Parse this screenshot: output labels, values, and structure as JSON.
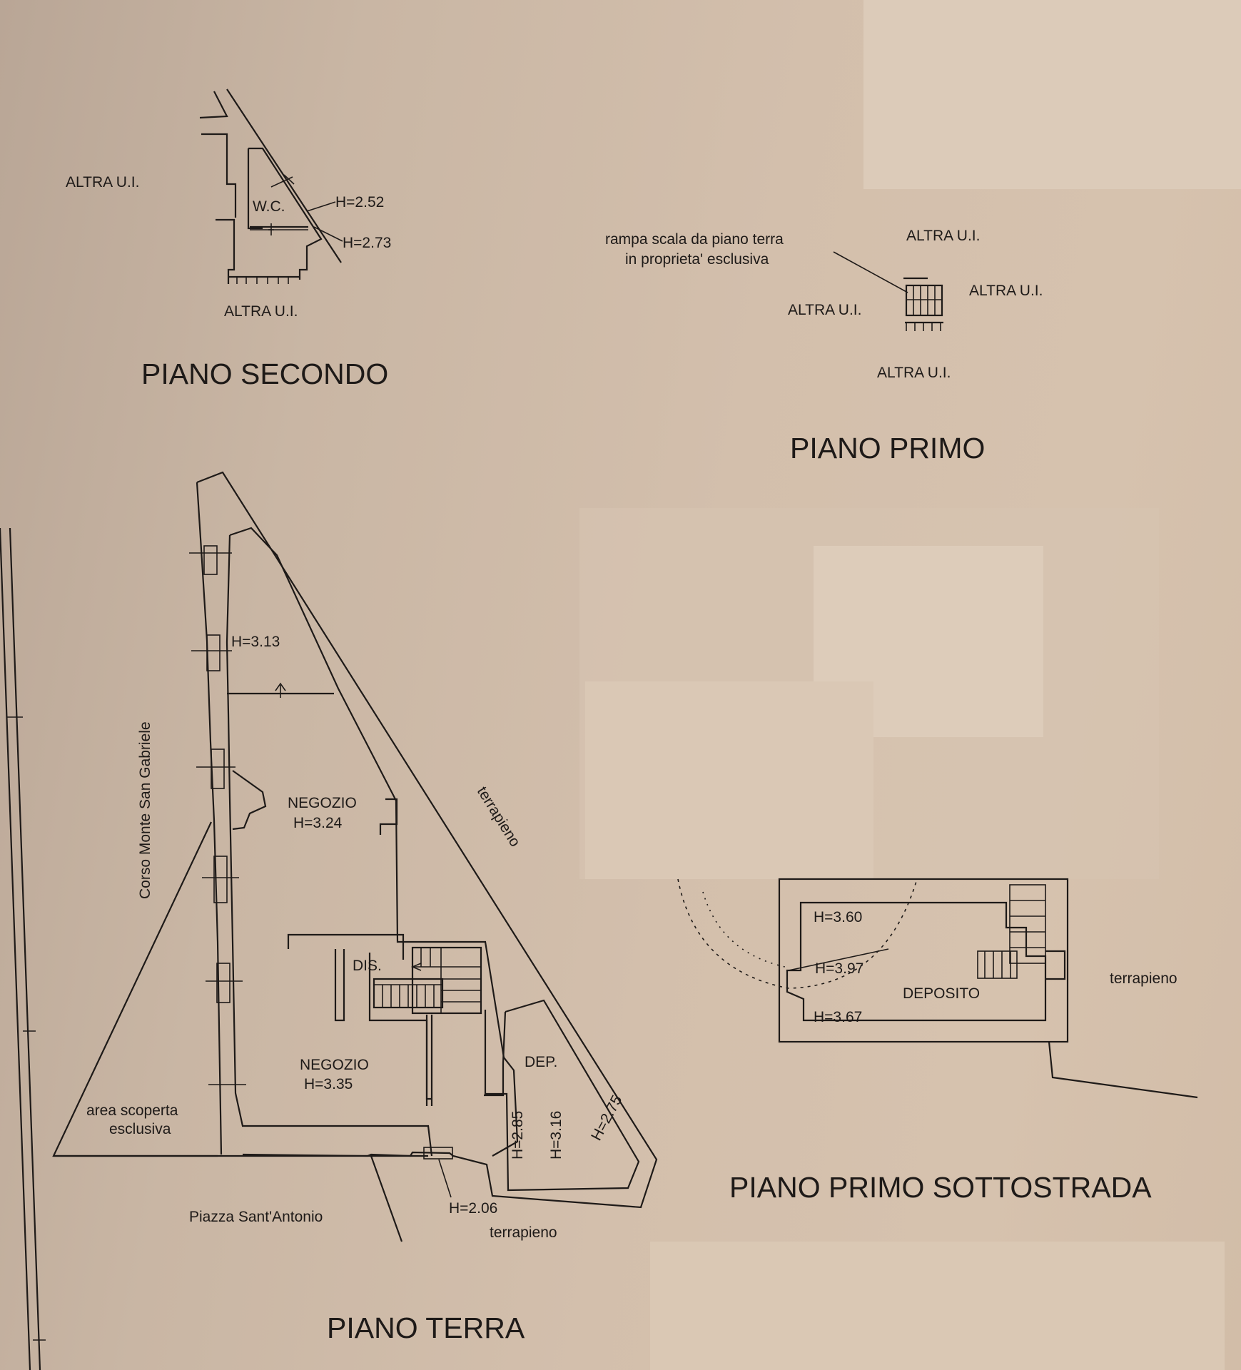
{
  "piano_secondo": {
    "title": "PIANO SECONDO",
    "altra_ui_left": "ALTRA U.I.",
    "altra_ui_bottom": "ALTRA U.I.",
    "wc": "W.C.",
    "h1": "H=2.52",
    "h2": "H=2.73"
  },
  "piano_primo": {
    "title": "PIANO PRIMO",
    "rampa_line1": "rampa scala da piano terra",
    "rampa_line2": "in proprieta' esclusiva",
    "altra_ui_top": "ALTRA U.I.",
    "altra_ui_right": "ALTRA U.I.",
    "altra_ui_left": "ALTRA U.I.",
    "altra_ui_bottom": "ALTRA U.I."
  },
  "piano_terra": {
    "title": "PIANO TERRA",
    "street_left": "Corso Monte San Gabriele",
    "h_top": "H=3.13",
    "negozio1": "NEGOZIO",
    "negozio1_h": "H=3.24",
    "terrapieno_diag": "terrapieno",
    "dis": "DIS.",
    "negozio2": "NEGOZIO",
    "negozio2_h": "H=3.35",
    "dep": "DEP.",
    "area_line1": "area scoperta",
    "area_line2": "esclusiva",
    "h285": "H=2.85",
    "h316": "H=3.16",
    "h275": "H=2.75",
    "piazza": "Piazza Sant'Antonio",
    "h206": "H=2.06",
    "terrapieno_bottom": "terrapieno"
  },
  "piano_primo_sottostrada": {
    "title": "PIANO PRIMO SOTTOSTRADA",
    "h360": "H=3.60",
    "h397": "H=3.97",
    "h367": "H=3.67",
    "deposito": "DEPOSITO",
    "terrapieno": "terrapieno"
  }
}
